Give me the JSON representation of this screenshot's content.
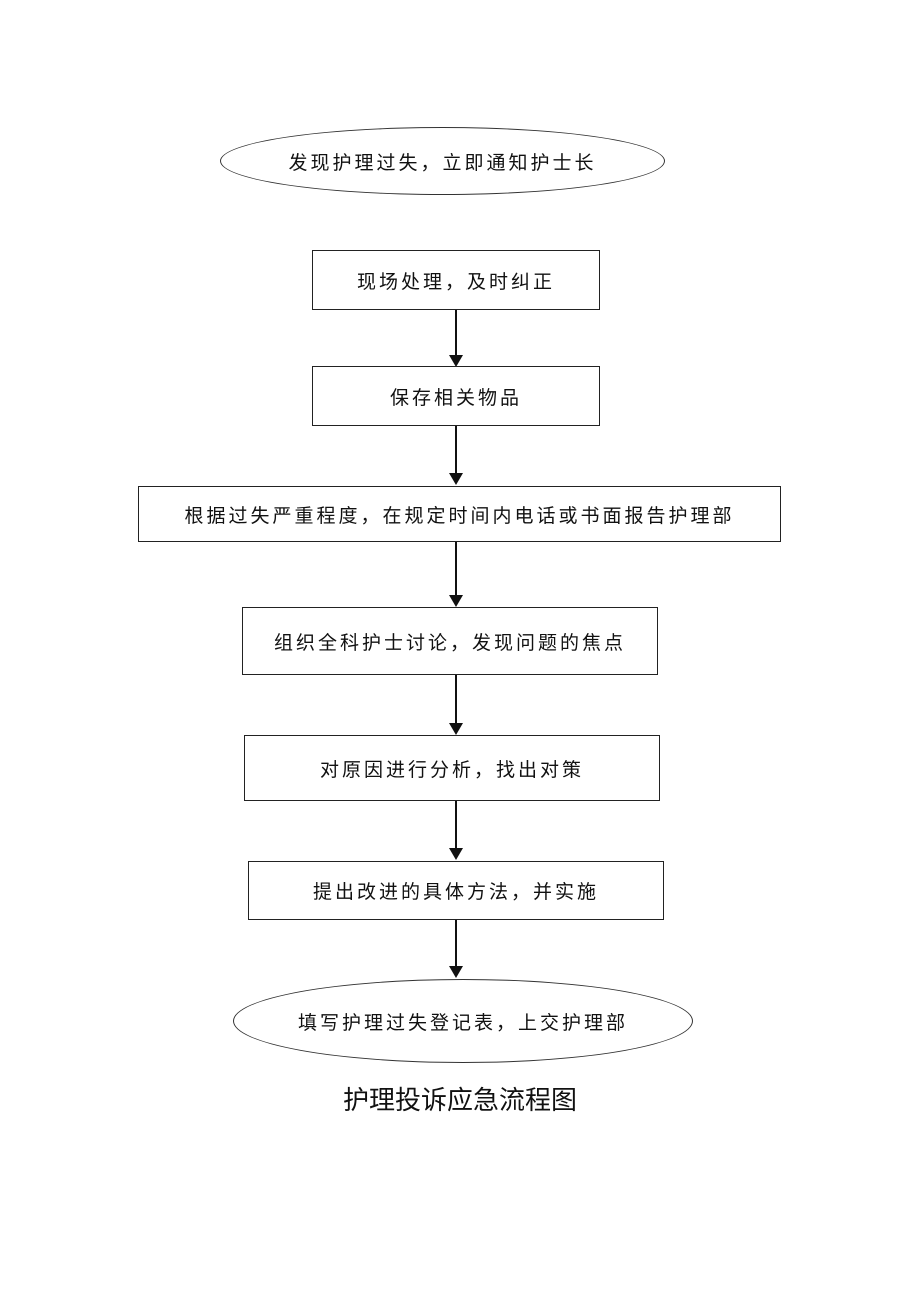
{
  "flow": {
    "start": "发现护理过失，立即通知护士长",
    "steps": [
      "现场处理，及时纠正",
      "保存相关物品",
      "根据过失严重程度，在规定时间内电话或书面报告护理部",
      "组织全科护士讨论，发现问题的焦点",
      "对原因进行分析，找出对策",
      "提出改进的具体方法，并实施"
    ],
    "end": "填写护理过失登记表，上交护理部"
  },
  "caption": "护理投诉应急流程图"
}
